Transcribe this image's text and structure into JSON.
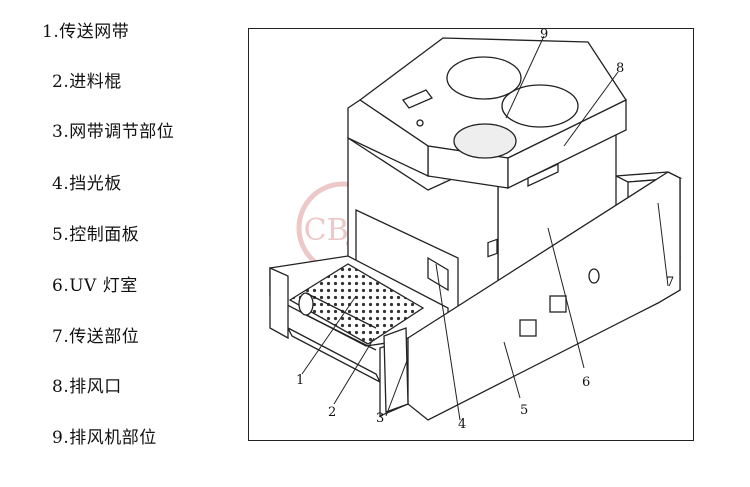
{
  "legend": {
    "items": [
      {
        "num": "1.",
        "text": "传送网带"
      },
      {
        "num": "2.",
        "text": "进料棍"
      },
      {
        "num": "3.",
        "text": "网带调节部位"
      },
      {
        "num": "4.",
        "text": "挡光板"
      },
      {
        "num": "5.",
        "text": "控制面板"
      },
      {
        "num": "6.",
        "text": "UV 灯室"
      },
      {
        "num": "7.",
        "text": "传送部位"
      },
      {
        "num": "8.",
        "text": "排风口"
      },
      {
        "num": "9.",
        "text": "排风机部位"
      }
    ]
  },
  "callouts": [
    "1",
    "2",
    "3",
    "4",
    "5",
    "6",
    "7",
    "8",
    "9"
  ],
  "watermark": {
    "logo_text": "CBJV",
    "color": "#e8b6b6"
  }
}
